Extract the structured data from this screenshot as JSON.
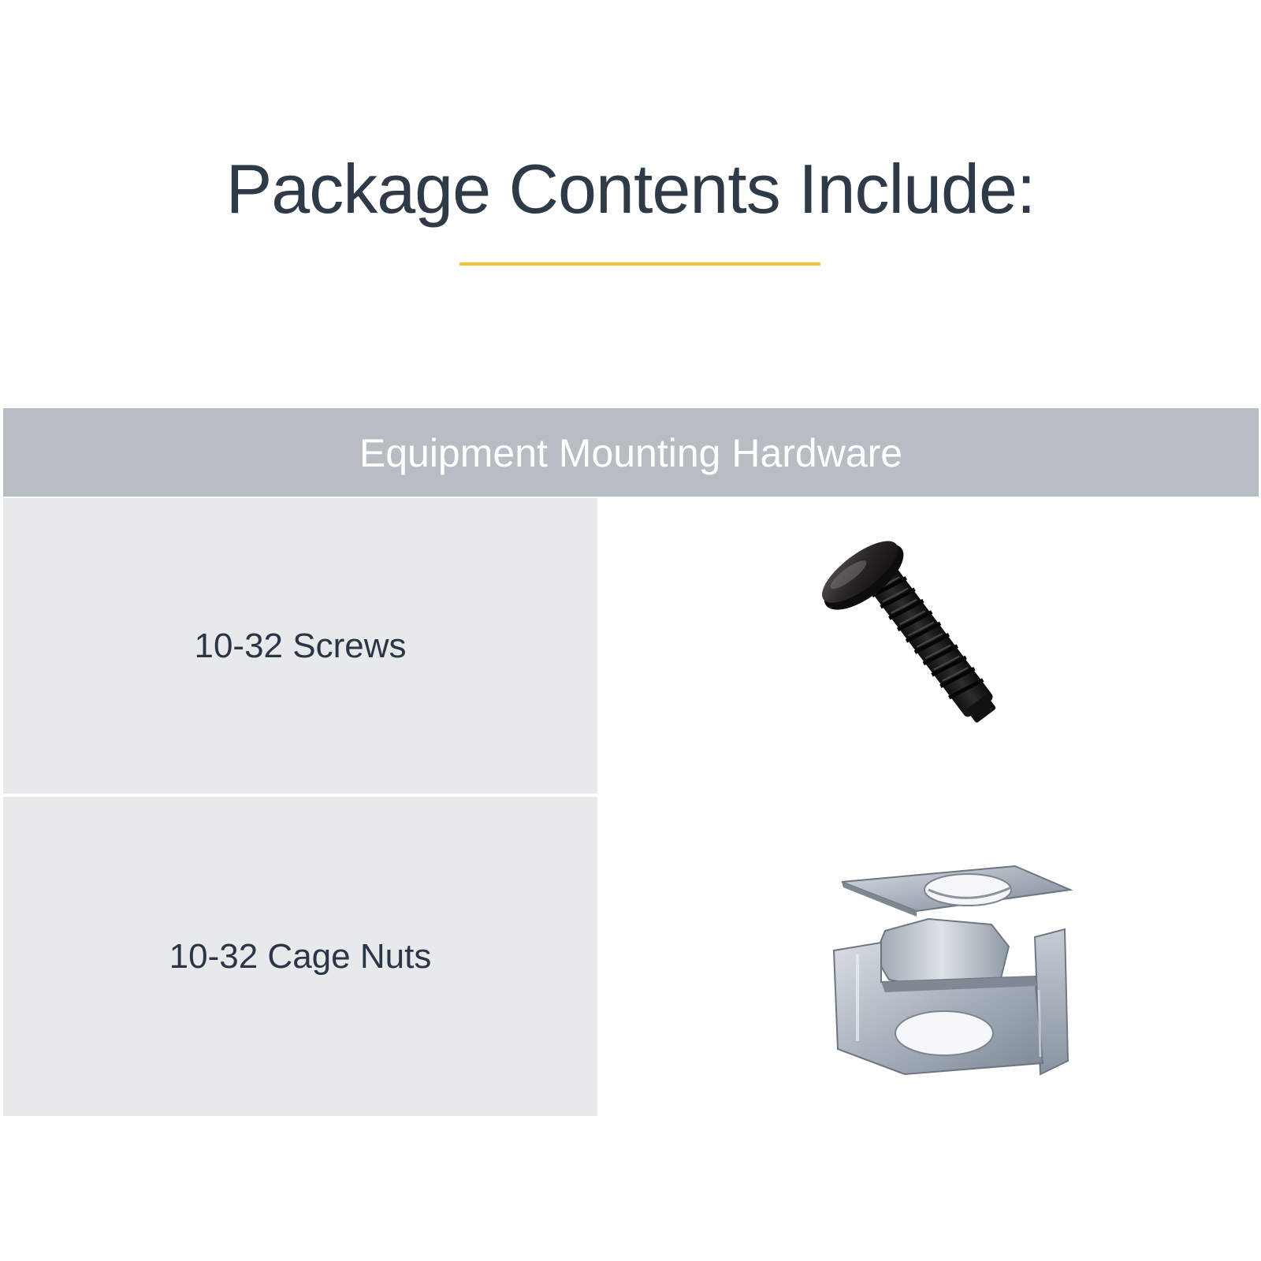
{
  "title": "Package Contents Include:",
  "accent_color": "#f4c232",
  "section": {
    "header": "Equipment Mounting Hardware",
    "items": [
      {
        "label": "10-32 Screws",
        "icon": "screw-icon"
      },
      {
        "label": "10-32 Cage Nuts",
        "icon": "cage-nut-icon"
      }
    ]
  }
}
